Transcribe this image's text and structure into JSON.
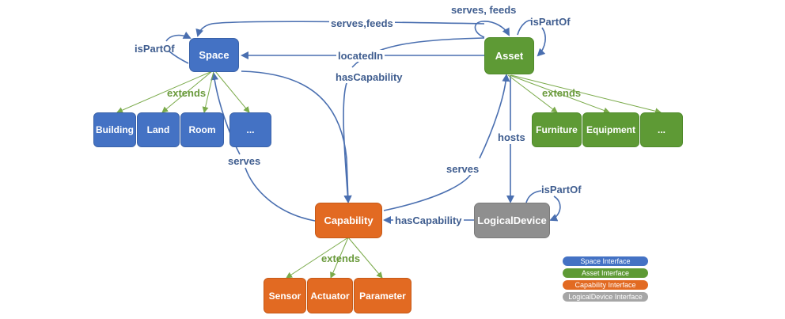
{
  "diagram": {
    "nodes": {
      "space": "Space",
      "asset": "Asset",
      "capability": "Capability",
      "logical_device": "LogicalDevice",
      "building": "Building",
      "land": "Land",
      "room": "Room",
      "space_more": "...",
      "furniture": "Furniture",
      "equipment": "Equipment",
      "asset_more": "...",
      "sensor": "Sensor",
      "actuator": "Actuator",
      "parameter": "Parameter"
    },
    "edges": {
      "asset_serves_feeds_space": "serves,feeds",
      "asset_serves_feeds_asset": "serves, feeds",
      "asset_is_part_of": "isPartOf",
      "space_is_part_of": "isPartOf",
      "asset_located_in": "locatedIn",
      "asset_has_capability": "hasCapability",
      "space_extends": "extends",
      "asset_extends": "extends",
      "capability_serves_space": "serves",
      "capability_serves_asset": "serves",
      "asset_hosts": "hosts",
      "logical_device_is_part_of": "isPartOf",
      "logical_device_has_capability": "hasCapability",
      "capability_extends": "extends"
    },
    "legend": [
      {
        "label": "Space Interface",
        "color": "#4472c4"
      },
      {
        "label": "Asset Interface",
        "color": "#5e9a35"
      },
      {
        "label": "Capability Interface",
        "color": "#e26a22"
      },
      {
        "label": "LogicalDevice Interface",
        "color": "#a6a6a6"
      }
    ],
    "colors": {
      "relation_line": "#4a6fb0",
      "extends_line": "#7aaa4a",
      "relation_text": "#3f5d8f",
      "extends_text": "#6a9a3c"
    }
  }
}
